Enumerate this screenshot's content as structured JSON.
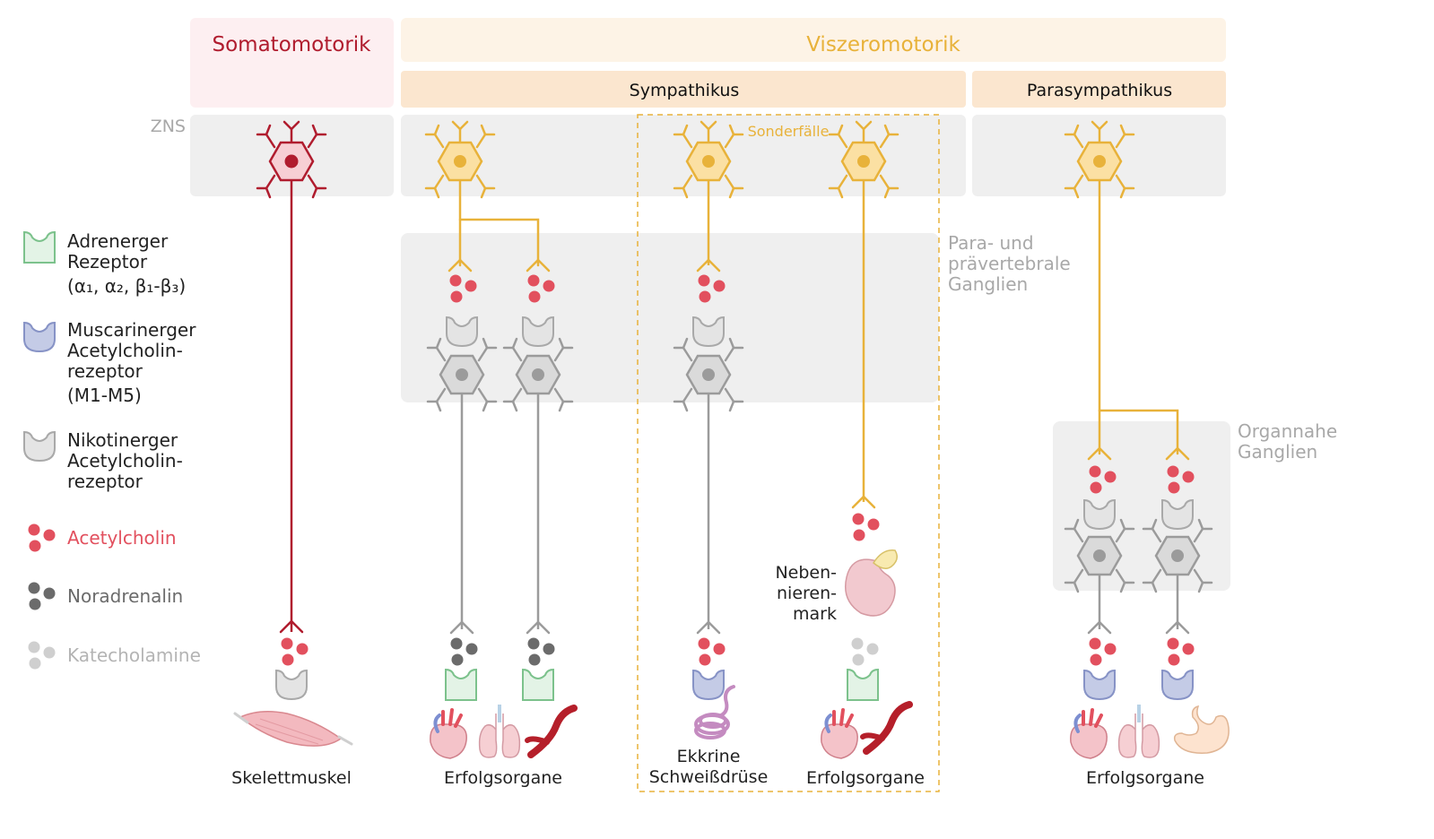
{
  "headers": {
    "somatomotorik": "Somatomotorik",
    "viszeromotorik": "Viszeromotorik",
    "sympathikus": "Sympathikus",
    "parasympathikus": "Parasympathikus"
  },
  "regions": {
    "zns": "ZNS",
    "sonderfaelle": "Sonderfälle",
    "paravertebral": [
      "Para- und",
      "prävertebrale",
      "Ganglien"
    ],
    "organnahe": [
      "Organnahe",
      "Ganglien"
    ]
  },
  "legend": {
    "adrenerg": [
      "Adrenerger",
      "Rezeptor",
      "(α₁, α₂, β₁-β₃)"
    ],
    "muscarinerg": [
      "Muscarinerger",
      "Acetylcholin-",
      "rezeptor",
      "(M1-M5)"
    ],
    "nikotinerg": [
      "Nikotinerger",
      "Acetylcholin-",
      "rezeptor"
    ],
    "acetylcholin": "Acetylcholin",
    "noradrenalin": "Noradrenalin",
    "katecholamine": "Katecholamine"
  },
  "targets": {
    "skelettmuskel": "Skelettmuskel",
    "erfolgsorgane_symp": "Erfolgsorgane",
    "schweiss": [
      "Ekkrine",
      "Schweißdrüse"
    ],
    "nebennierenmark": [
      "Neben-",
      "nieren-",
      "mark"
    ],
    "erfolgsorgane_sonder": "Erfolgsorgane",
    "erfolgsorgane_para": "Erfolgsorgane"
  },
  "colors": {
    "soma": "#b01c2e",
    "somaBg": "#fdeff1",
    "visc": "#e8b23a",
    "viscBg": "#fdf3e6",
    "subBg": "#fbe6cf",
    "gray": "#9b9b9b",
    "grayBg": "#efefef",
    "ach": "#e2505e",
    "na": "#6b6b6b",
    "kat": "#cfcfcf",
    "adrenerg": "#e3f3e6",
    "muscarin": "#c4cbe6",
    "nikotin": "#e4e4e4",
    "labelGray": "#a8a8a8"
  }
}
